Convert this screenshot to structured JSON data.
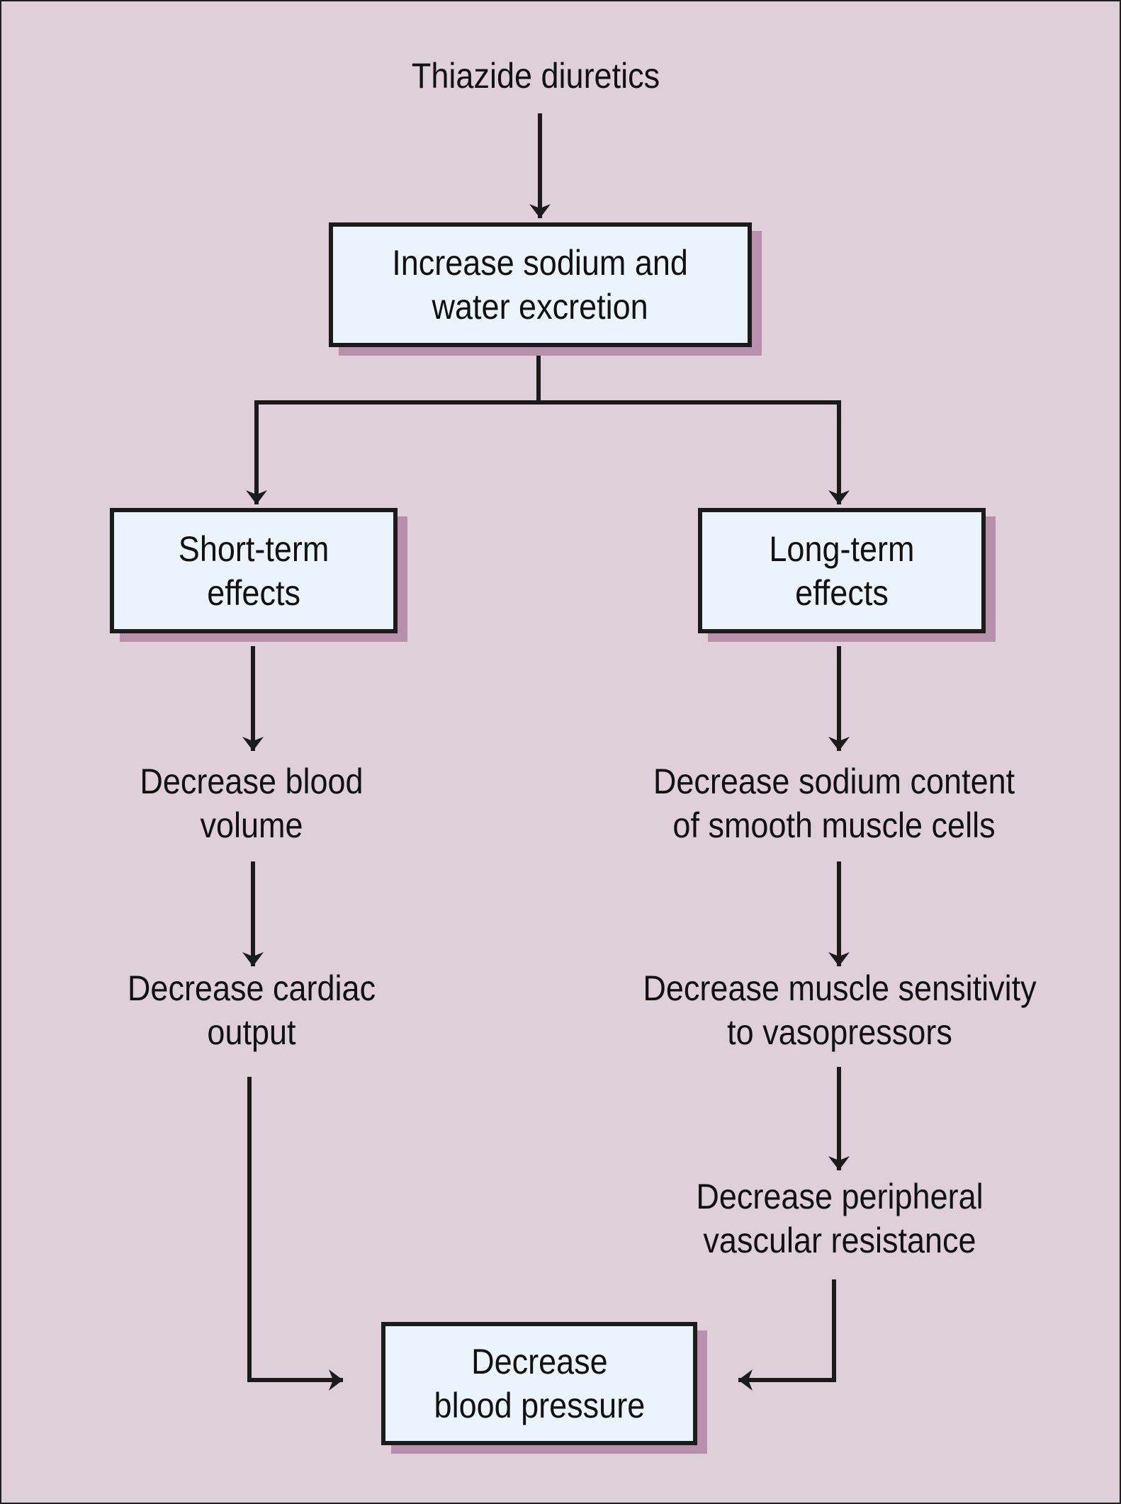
{
  "diagram": {
    "title": "Thiazide diuretics",
    "colors": {
      "background": "#dfcfd9",
      "box_fill": "#ebf4fd",
      "box_shadow": "#b990ab",
      "stroke": "#1b1b1b"
    },
    "nodes": {
      "start": {
        "lines": [
          "Thiazide diuretics"
        ]
      },
      "excretion": {
        "lines": [
          "Increase sodium and",
          "water excretion"
        ]
      },
      "short_term": {
        "lines": [
          "Short-term",
          "effects"
        ]
      },
      "long_term": {
        "lines": [
          "Long-term",
          "effects"
        ]
      },
      "blood_volume": {
        "lines": [
          "Decrease blood",
          "volume"
        ]
      },
      "cardiac_output": {
        "lines": [
          "Decrease cardiac",
          "output"
        ]
      },
      "sodium_content": {
        "lines": [
          "Decrease sodium content",
          "of smooth muscle cells"
        ]
      },
      "muscle_sensitivity": {
        "lines": [
          "Decrease muscle sensitivity",
          "to vasopressors"
        ]
      },
      "peripheral_resistance": {
        "lines": [
          "Decrease peripheral",
          "vascular resistance"
        ]
      },
      "blood_pressure": {
        "lines": [
          "Decrease",
          "blood pressure"
        ]
      }
    },
    "edges": [
      [
        "start",
        "excretion"
      ],
      [
        "excretion",
        "short_term"
      ],
      [
        "excretion",
        "long_term"
      ],
      [
        "short_term",
        "blood_volume"
      ],
      [
        "blood_volume",
        "cardiac_output"
      ],
      [
        "cardiac_output",
        "blood_pressure"
      ],
      [
        "long_term",
        "sodium_content"
      ],
      [
        "sodium_content",
        "muscle_sensitivity"
      ],
      [
        "muscle_sensitivity",
        "peripheral_resistance"
      ],
      [
        "peripheral_resistance",
        "blood_pressure"
      ]
    ]
  }
}
